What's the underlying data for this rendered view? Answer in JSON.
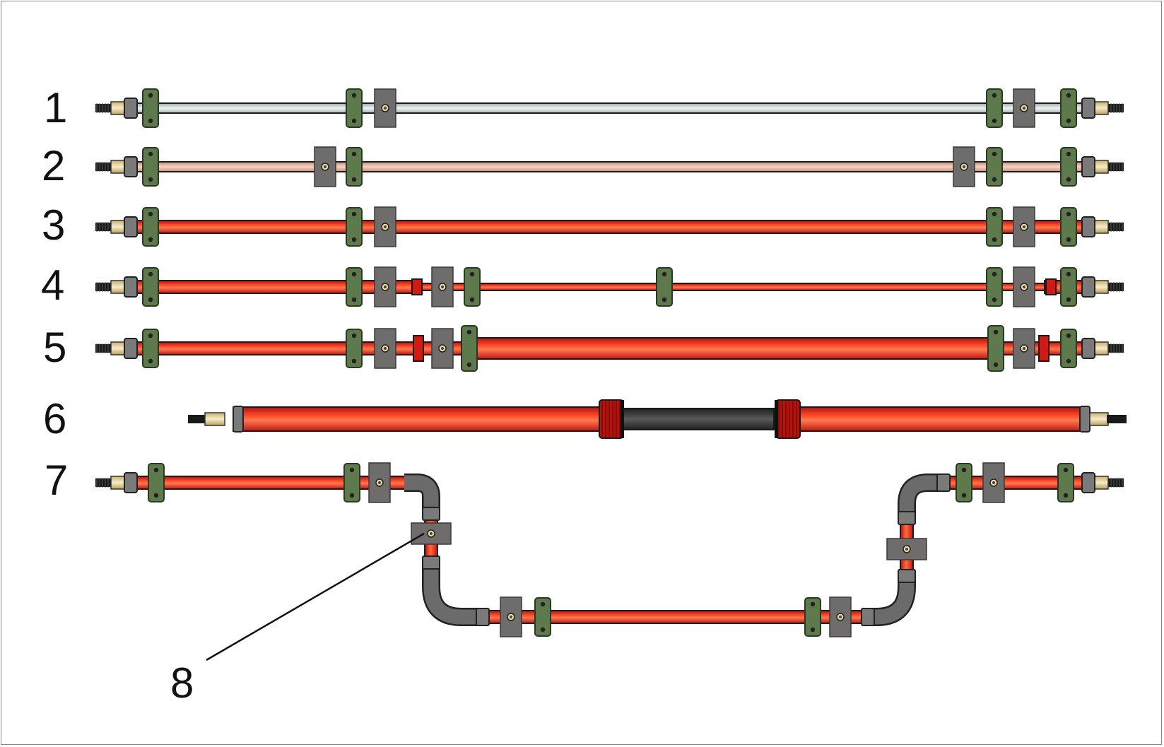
{
  "diagram": {
    "labels": {
      "row1": "1",
      "row2": "2",
      "row3": "3",
      "row4": "4",
      "row5": "5",
      "row6": "6",
      "row7": "7",
      "callout8": "8"
    },
    "colors": {
      "background": "#ffffff",
      "border": "#8a8a8a",
      "tube_silver": "#c9d3d3",
      "tube_copper": "#e7b29f",
      "tube_red": "#e3231a",
      "tube_red_highlight": "#ff6a3c",
      "tube_dark": "#3a3a3a",
      "clamp_green": "#5e7a4d",
      "clamp_grey": "#6f6c6c",
      "fitting_grey": "#7a7a7a",
      "brass": "#e7d6a2",
      "thread": "#1a1a1a",
      "elbow_grey": "#6b6b6b"
    }
  }
}
